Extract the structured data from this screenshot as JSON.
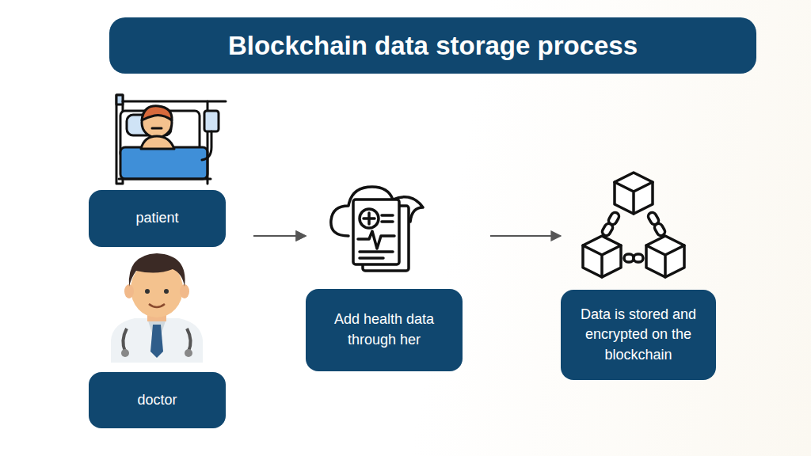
{
  "diagram": {
    "title": "Blockchain data storage process",
    "nodes": [
      {
        "text": [
          "patient"
        ]
      },
      {
        "text": [
          "doctor"
        ]
      },
      {
        "text": [
          "Add health data through her"
        ]
      },
      {
        "text": [
          "Data is stored and encrypted on the blockchain"
        ]
      }
    ],
    "edges": [
      {
        "from": 0,
        "to": 2,
        "arrow": "to"
      },
      {
        "from": 1,
        "to": 2,
        "arrow": "to"
      },
      {
        "from": 2,
        "to": 3,
        "arrow": "to"
      }
    ]
  }
}
